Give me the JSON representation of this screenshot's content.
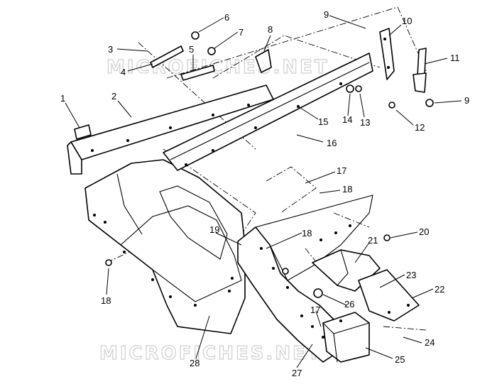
{
  "watermark": {
    "text": "MICROFICHES.NET"
  },
  "callouts": [
    "1",
    "2",
    "3",
    "4",
    "5",
    "6",
    "7",
    "8",
    "9",
    "10",
    "11",
    "9",
    "12",
    "13",
    "14",
    "15",
    "16",
    "17",
    "18",
    "19",
    "18",
    "20",
    "21",
    "22",
    "23",
    "24",
    "25",
    "26",
    "17",
    "27",
    "28",
    "18"
  ]
}
